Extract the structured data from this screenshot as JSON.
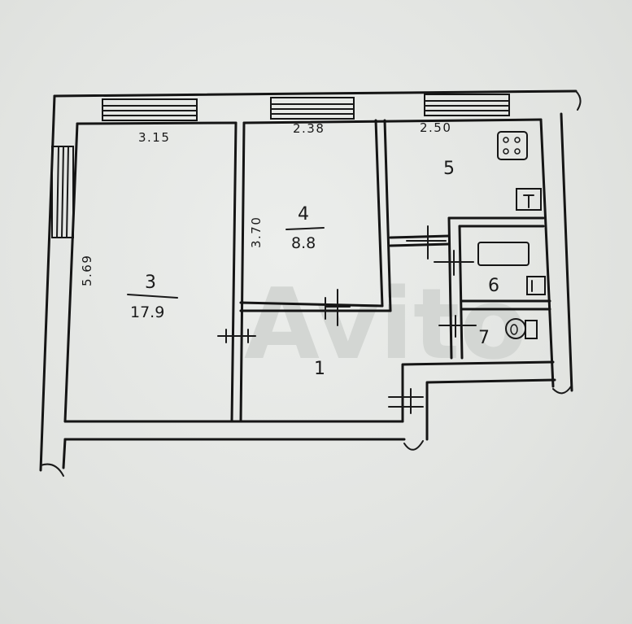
{
  "dimensions": {
    "top_left": "3.15",
    "top_middle": "2.38",
    "top_right": "2.50",
    "room3_height": "5.69",
    "room4_height": "3.70"
  },
  "rooms": [
    {
      "number": "3",
      "area": "17.9"
    },
    {
      "number": "4",
      "area": "8.8"
    },
    {
      "number": "1"
    },
    {
      "number": "5"
    },
    {
      "number": "6"
    },
    {
      "number": "7"
    }
  ],
  "icons": [
    "stove-icon",
    "sink-icon",
    "bathtub-icon",
    "washbasin-icon",
    "toilet-icon"
  ]
}
